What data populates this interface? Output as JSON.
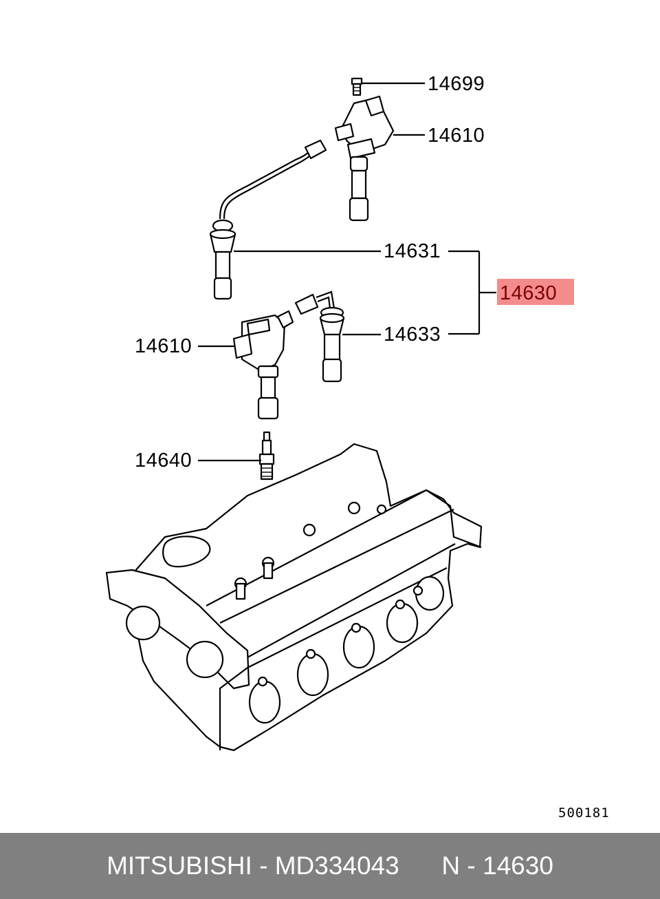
{
  "callouts": {
    "c14699": "14699",
    "c14610_top": "14610",
    "c14631": "14631",
    "c14630": "14630",
    "c14633": "14633",
    "c14610_left": "14610",
    "c14640": "14640"
  },
  "diagram_code": "500181",
  "footer": {
    "brand": "MITSUBISHI",
    "separator": " - ",
    "part_number": "MD334043",
    "ref_prefix": "N",
    "ref_number": "14630"
  },
  "colors": {
    "highlight": "#f48c8c",
    "footer_bg": "#808080",
    "footer_text": "#ffffff"
  }
}
